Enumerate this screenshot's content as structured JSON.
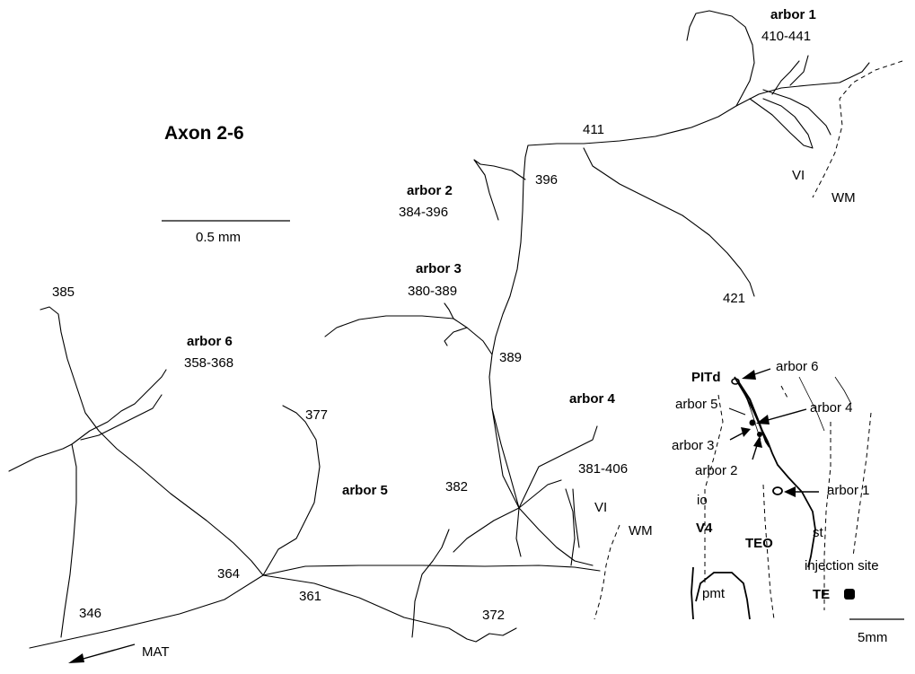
{
  "title": "Axon 2-6",
  "scale_main": "0.5 mm",
  "scale_inset": "5mm",
  "arbors": [
    {
      "name": "arbor 1",
      "range": "410-441"
    },
    {
      "name": "arbor 2",
      "range": "384-396"
    },
    {
      "name": "arbor 3",
      "range": "380-389"
    },
    {
      "name": "arbor 4",
      "range": "381-406"
    },
    {
      "name": "arbor 5",
      "range": ""
    },
    {
      "name": "arbor 6",
      "range": "358-368"
    }
  ],
  "section_numbers": [
    "411",
    "396",
    "421",
    "385",
    "389",
    "377",
    "382",
    "364",
    "361",
    "346",
    "372"
  ],
  "layers": {
    "vi_top": "VI",
    "wm_top": "WM",
    "vi_bottom": "VI",
    "wm_bottom": "WM"
  },
  "direction_label": "MAT",
  "inset": {
    "pitd": "PITd",
    "arbor6": "arbor 6",
    "arbor5": "arbor 5",
    "arbor4": "arbor 4",
    "arbor3": "arbor 3",
    "arbor2": "arbor 2",
    "arbor1": "arbor 1",
    "io": "io",
    "v4": "V4",
    "teo": "TEO",
    "st": "st",
    "injection": "injection site",
    "pmt": "pmt",
    "te": "TE"
  }
}
